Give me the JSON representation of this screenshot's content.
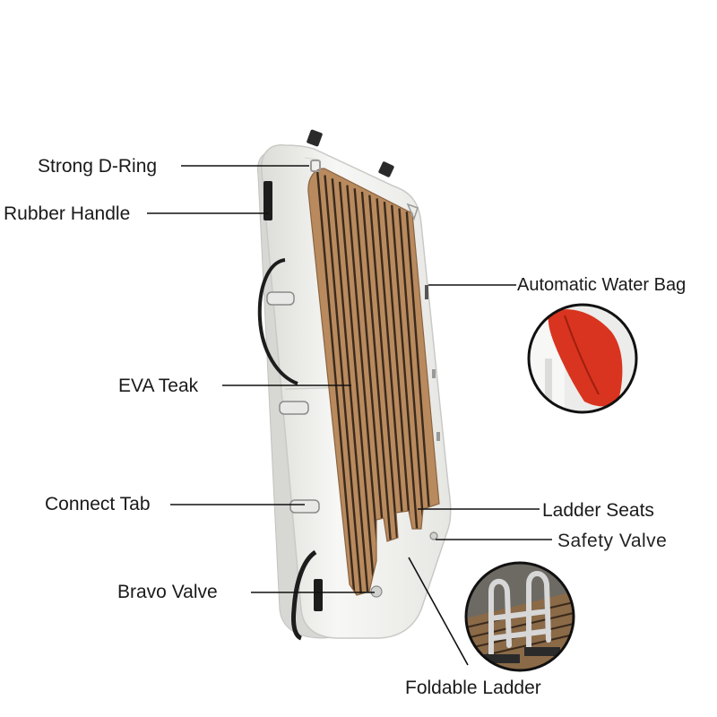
{
  "labels": {
    "strong_d_ring": "Strong D-Ring",
    "rubber_handle": "Rubber Handle",
    "eva_teak": "EVA Teak",
    "connect_tab": "Connect Tab",
    "bravo_valve": "Bravo Valve",
    "automatic_water_bag": "Automatic Water Bag",
    "ladder_seats": "Ladder Seats",
    "safety_valve": "Safety Valve",
    "foldable_ladder": "Foldable Ladder"
  },
  "colors": {
    "teak": "#b88a5e",
    "teak_groove": "#3a2a1c",
    "board_body": "#f3f3f1",
    "board_outline": "#c9c9c6",
    "handle_black": "#1d1d1d",
    "water_bag_red": "#d9341f",
    "leader_line": "#111111"
  }
}
